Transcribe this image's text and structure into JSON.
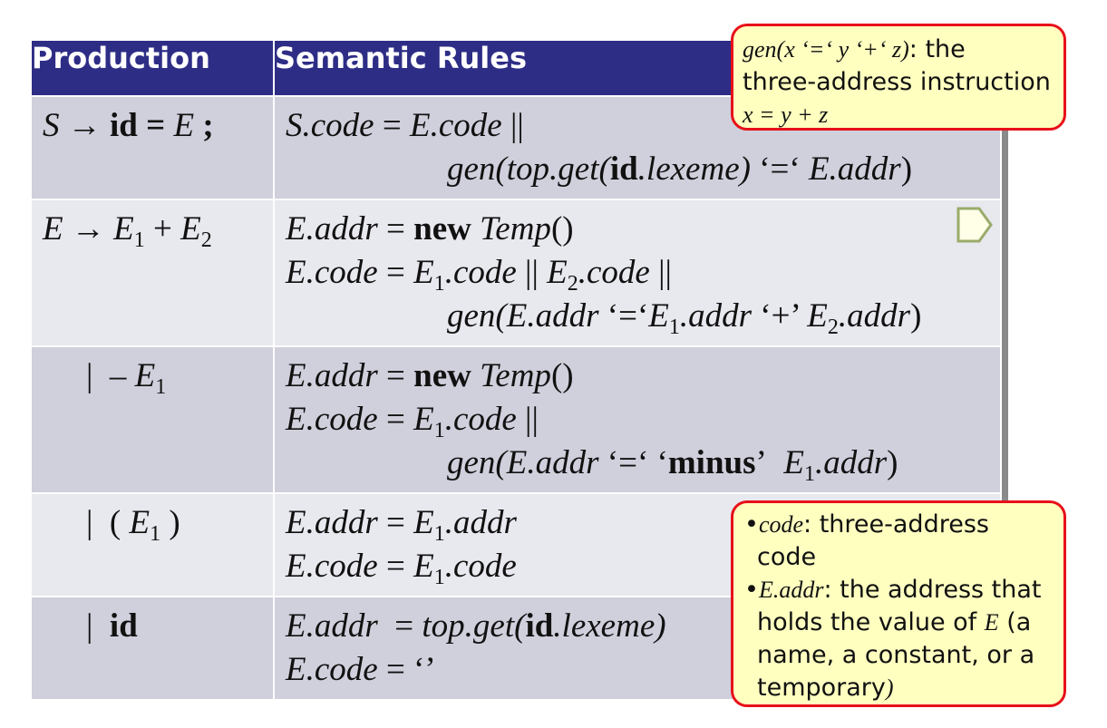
{
  "table": {
    "headers": {
      "production": "Production",
      "semantic_rules": "Semantic Rules"
    },
    "rows": [
      {
        "production": {
          "lhs": "S",
          "arrow": "→",
          "id": "id",
          "eq": "=",
          "E": "E",
          "semi": ";"
        },
        "rules": {
          "l1": {
            "a": "S.code",
            "b": "=",
            "c": "E.code",
            "d": "||"
          },
          "l2": {
            "gen": "gen(",
            "top": "top.get(",
            "id": "id",
            "lex": ".lexeme)",
            "q": "‘=‘",
            "addr": "E.addr",
            "close": ")"
          }
        }
      },
      {
        "production": {
          "lhs": "E",
          "arrow": "→",
          "e1": "E",
          "s1": "1",
          "plus": "+",
          "e2": "E",
          "s2": "2"
        },
        "rules": {
          "l1": {
            "a": "E.addr",
            "eq": "=",
            "new": "new",
            "temp": "Temp",
            "paren": "()"
          },
          "l2": {
            "a": "E.code",
            "eq": "=",
            "e1": "E",
            "s1": "1",
            "c1": ".code",
            "or1": "||",
            "e2": "E",
            "s2": "2",
            "c2": ".code",
            "or2": "||"
          },
          "l3": {
            "gen": "gen(",
            "a": "E.addr",
            "q1": "‘=‘",
            "e1": "E",
            "s1": "1",
            "a1": ".addr",
            "plus": "‘+’",
            "e2": "E",
            "s2": "2",
            "a2": ".addr",
            "close": ")"
          }
        }
      },
      {
        "production": {
          "bar": "|",
          "minus": "–",
          "e": "E",
          "s": "1"
        },
        "rules": {
          "l1": {
            "a": "E.addr",
            "eq": "=",
            "new": "new",
            "temp": "Temp",
            "paren": "()"
          },
          "l2": {
            "a": "E.code",
            "eq": "=",
            "e1": "E",
            "s1": "1",
            "c1": ".code",
            "or": "||"
          },
          "l3": {
            "gen": "gen(",
            "a": "E.addr",
            "q1": "‘=‘",
            "q2": "‘",
            "minus": "minus",
            "q3": "’",
            "e1": "E",
            "s1": "1",
            "a1": ".addr",
            "close": ")"
          }
        }
      },
      {
        "production": {
          "bar": "|",
          "open": "(",
          "e": "E",
          "s": "1",
          "close": ")"
        },
        "rules": {
          "l1": {
            "a": "E.addr",
            "eq": "=",
            "e1": "E",
            "s1": "1",
            "a1": ".addr"
          },
          "l2": {
            "a": "E.code",
            "eq": "=",
            "e1": "E",
            "s1": "1",
            "c1": ".code"
          }
        }
      },
      {
        "production": {
          "bar": "|",
          "id": "id"
        },
        "rules": {
          "l1": {
            "a": "E.addr",
            "eq": "=",
            "top": "top.get(",
            "id": "id",
            "lex": ".lexeme)"
          },
          "l2": {
            "a": "E.code",
            "eq": "=",
            "empty": "‘’"
          }
        }
      }
    ]
  },
  "callout_top": {
    "gen_expr": "gen(x ‘=‘ y ‘+‘ z)",
    "text1": ": the",
    "text2": "three-address instruction",
    "formula": "x = y + z"
  },
  "callout_bottom": {
    "b1_term": "code",
    "b1_text": ": three-address",
    "b1_cont": "code",
    "b2_term": "E.addr",
    "b2_text": ": the address that",
    "b2_cont1_a": "holds the value of ",
    "b2_cont1_E": "E",
    "b2_cont1_b": " (a",
    "b2_cont2": "name, a constant, or a",
    "b2_cont3": "temporary",
    "b2_close": ")"
  },
  "colors": {
    "header_bg": "#2e2d86",
    "row_dark": "#d0cfdc",
    "row_light": "#e8e8ef",
    "callout_bg": "#ffffc0",
    "callout_border": "#e8101a"
  },
  "icons": {
    "marker": "pentagon-marker-icon"
  }
}
